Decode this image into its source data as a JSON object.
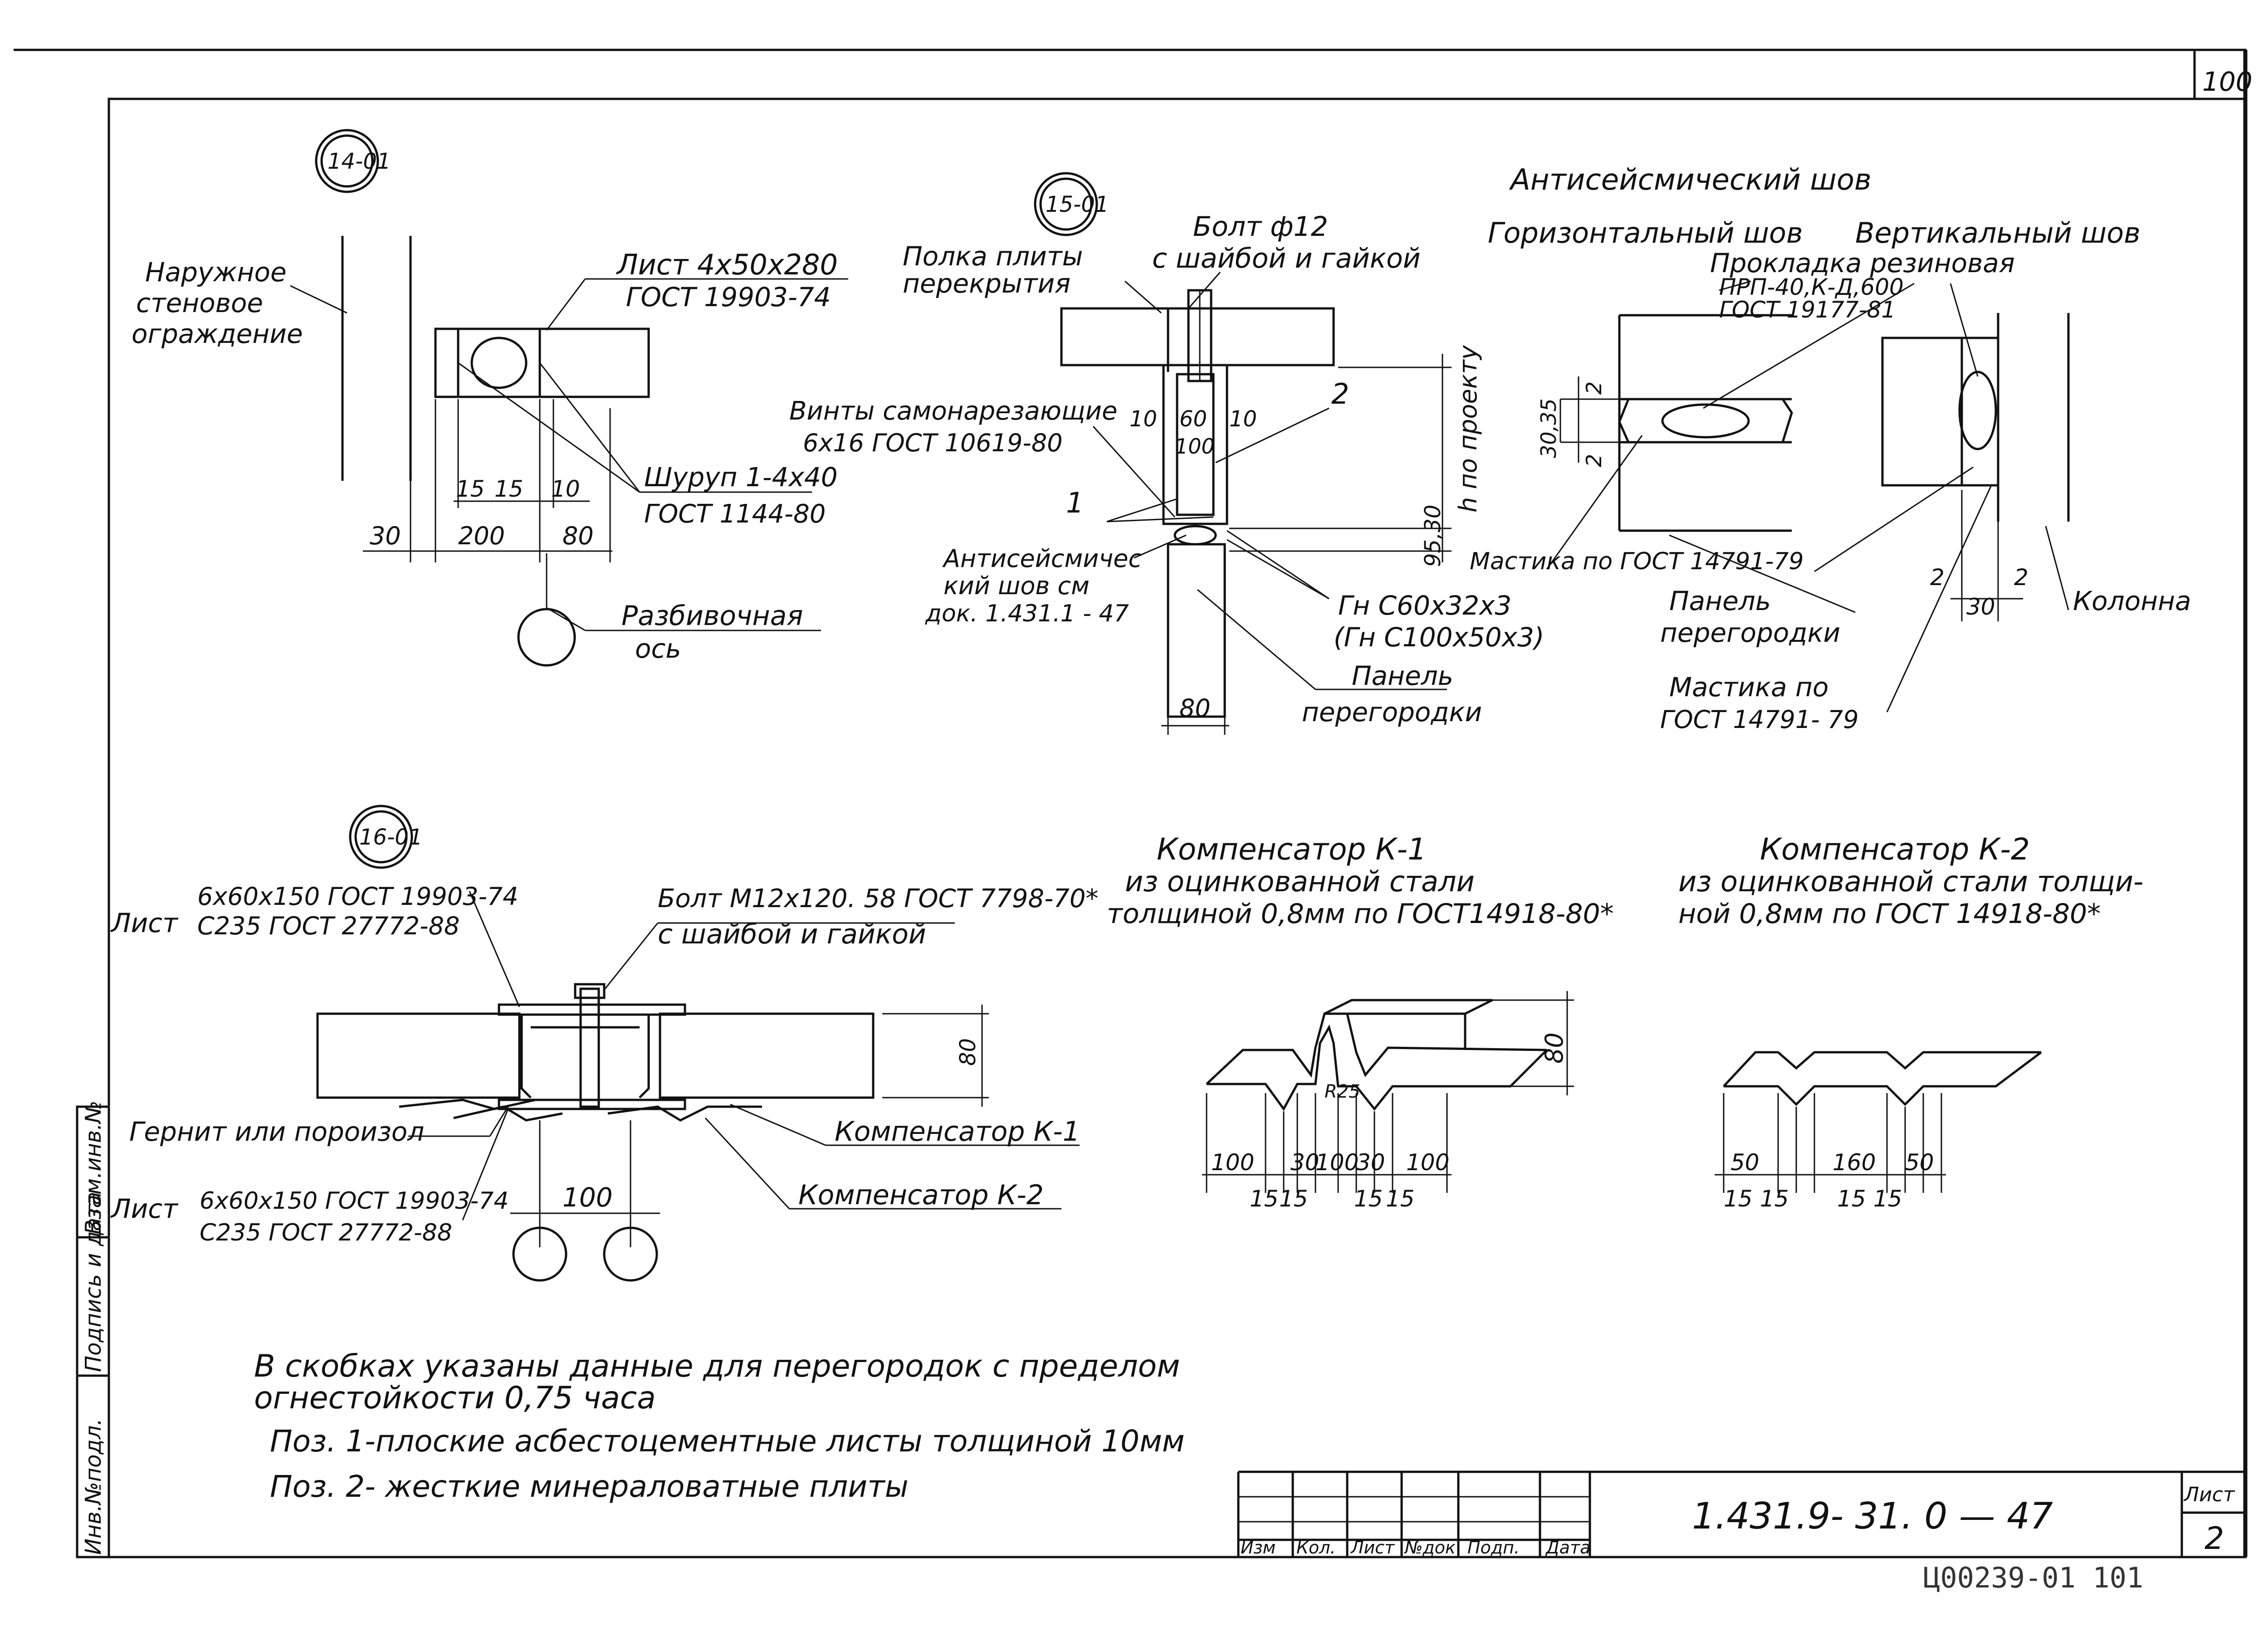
{
  "page": {
    "sheet_top_number": "100",
    "bottom_stamp": "Ц00239-01  101"
  },
  "title_block": {
    "doc_code": "1.431.9- 31. 0 — 47",
    "sheet_label": "Лист",
    "sheet_number": "2",
    "columns": [
      "Изм",
      "Кол.",
      "Лист",
      "№док",
      "Подп.",
      "Дата"
    ]
  },
  "side_stamp": [
    "Инв.№подл.",
    "Подпись и дата",
    "Взам.инв.№"
  ],
  "nodes": {
    "n14": {
      "id": "14-01",
      "labels": [
        "Наружное",
        "стеновое",
        "ограждение"
      ],
      "sheet": "Лист 4x50x280",
      "sheet_gost": "ГОСТ 19903-74",
      "screw": "Шуруп 1-4x40",
      "screw_gost": "ГОСТ 1144-80",
      "axis_1": "Разбивочная",
      "axis_2": "ось",
      "dims": [
        "15",
        "15",
        "10",
        "30",
        "200",
        "80"
      ]
    },
    "n15": {
      "id": "15-01",
      "shelf_1": "Полка плиты",
      "shelf_2": "перекрытия",
      "bolt_1": "Болт ф12",
      "bolt_2": "с шайбой и гайкой",
      "screws_1": "Винты самонарезающие",
      "screws_2": "6x16 ГОСТ 10619-80",
      "seam_1": "Антисейсмичес",
      "seam_2": "кий шов см",
      "seam_3": "док. 1.431.1 - 47",
      "profile_1": "Гн С60x32x3",
      "profile_2": "(Гн С100x50x3)",
      "panel_1": "Панель",
      "panel_2": "перегородки",
      "h_label": "h по проекту",
      "pos1": "1",
      "pos2": "2",
      "dims": [
        "10",
        "60",
        "10",
        "100",
        "95,30",
        "80"
      ]
    },
    "seam": {
      "title": "Антисейсмический шов",
      "horizontal": "Горизонтальный шов",
      "vertical": "Вертикальный шов",
      "gasket_1": "Прокладка резиновая",
      "gasket_2": "ПРП-40,К-Д,600",
      "gasket_3": "ГОСТ 19177-81",
      "mastic_1": "Мастика по ГОСТ 14791-79",
      "panel_1": "Панель",
      "panel_2": "перегородки",
      "mastic2_1": "Мастика по",
      "mastic2_2": "ГОСТ 14791- 79",
      "column": "Колонна",
      "dims": [
        "30,35",
        "2",
        "2",
        "2",
        "30",
        "2"
      ]
    },
    "n16": {
      "id": "16-01",
      "sheet_word": "Лист",
      "sheet_top_1": "6x60x150 ГОСТ 19903-74",
      "sheet_top_2": "С235 ГОСТ 27772-88",
      "bolt_1": "Болт М12x120. 58 ГОСТ 7798-70*",
      "bolt_2": "с шайбой и гайкой",
      "gernit": "Гернит или пороизол",
      "k1": "Компенсатор К-1",
      "k2": "Компенсатор К-2",
      "sheet_bot_1": "6x60x150 ГОСТ 19903-74",
      "sheet_bot_2": "С235 ГОСТ 27772-88",
      "dims": [
        "100",
        "80"
      ]
    },
    "k1": {
      "title_1": "Компенсатор К-1",
      "title_2": "из оцинкованной стали",
      "title_3": "толщиной 0,8мм по ГОСТ14918-80*",
      "r": "R25",
      "dims_top": [
        "100",
        "30",
        "100",
        "30",
        "100"
      ],
      "dims_bot": [
        "15",
        "15",
        "15",
        "15"
      ],
      "h": "80"
    },
    "k2": {
      "title_1": "Компенсатор К-2",
      "title_2": "из оцинкованной стали толщи-",
      "title_3": "ной 0,8мм по ГОСТ 14918-80*",
      "dims_top": [
        "50",
        "160",
        "50"
      ],
      "dims_bot": [
        "15",
        "15",
        "15",
        "15"
      ]
    }
  },
  "notes": [
    "В скобках указаны данные для перегородок с пределом",
    "огнестойкости 0,75 часа",
    "Поз. 1-плоские асбестоцементные листы толщиной 10мм",
    "Поз. 2- жесткие минераловатные плиты"
  ]
}
